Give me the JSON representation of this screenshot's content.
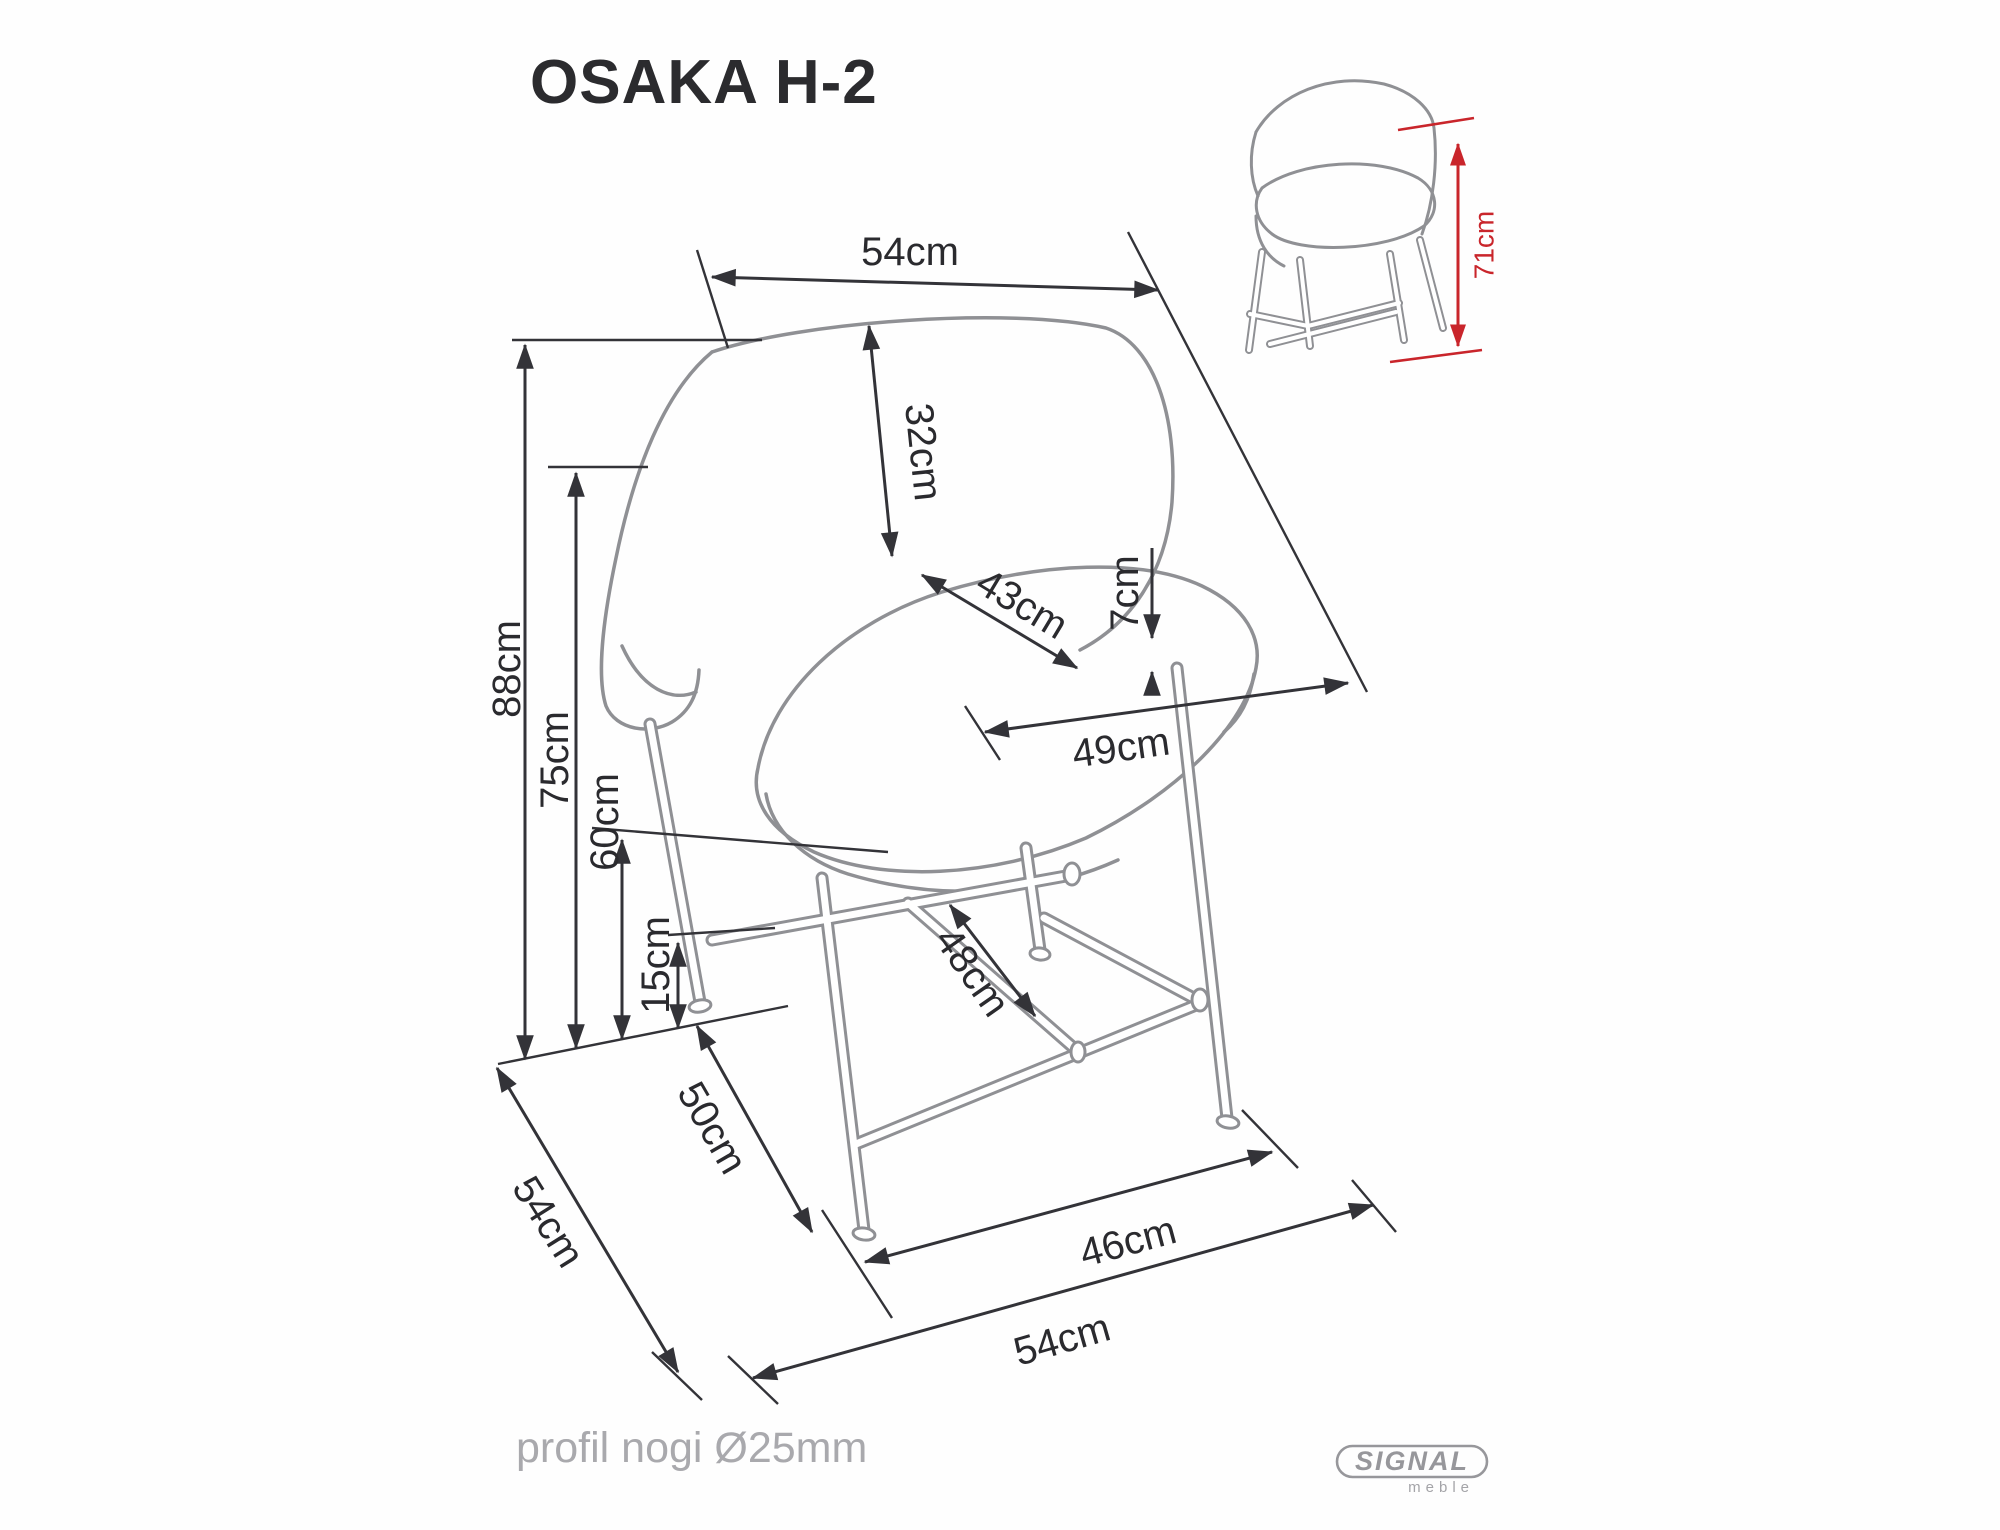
{
  "title": "OSAKA H-2",
  "footer_note": "profil nogi Ø25mm",
  "logo": {
    "brand": "SIGNAL",
    "subtitle": "meble"
  },
  "colors": {
    "drawing_line": "#8f9094",
    "dimension_line": "#333338",
    "accent_red": "#c9252b",
    "muted_text": "#a9a9ad"
  },
  "dimensions": {
    "seat_back_width": "54cm",
    "backrest_height": "32cm",
    "total_height": "88cm",
    "backrest_bottom_height": "75cm",
    "seat_height": "60cm",
    "footrest_height": "15cm",
    "seat_depth": "43cm",
    "seat_thickness": "7cm",
    "seat_width": "49cm",
    "footrest_depth": "48cm",
    "base_side_depth": "50cm",
    "base_depth": "54cm",
    "front_base_width": "46cm",
    "base_width": "54cm",
    "inset_seat_height": "71cm"
  }
}
